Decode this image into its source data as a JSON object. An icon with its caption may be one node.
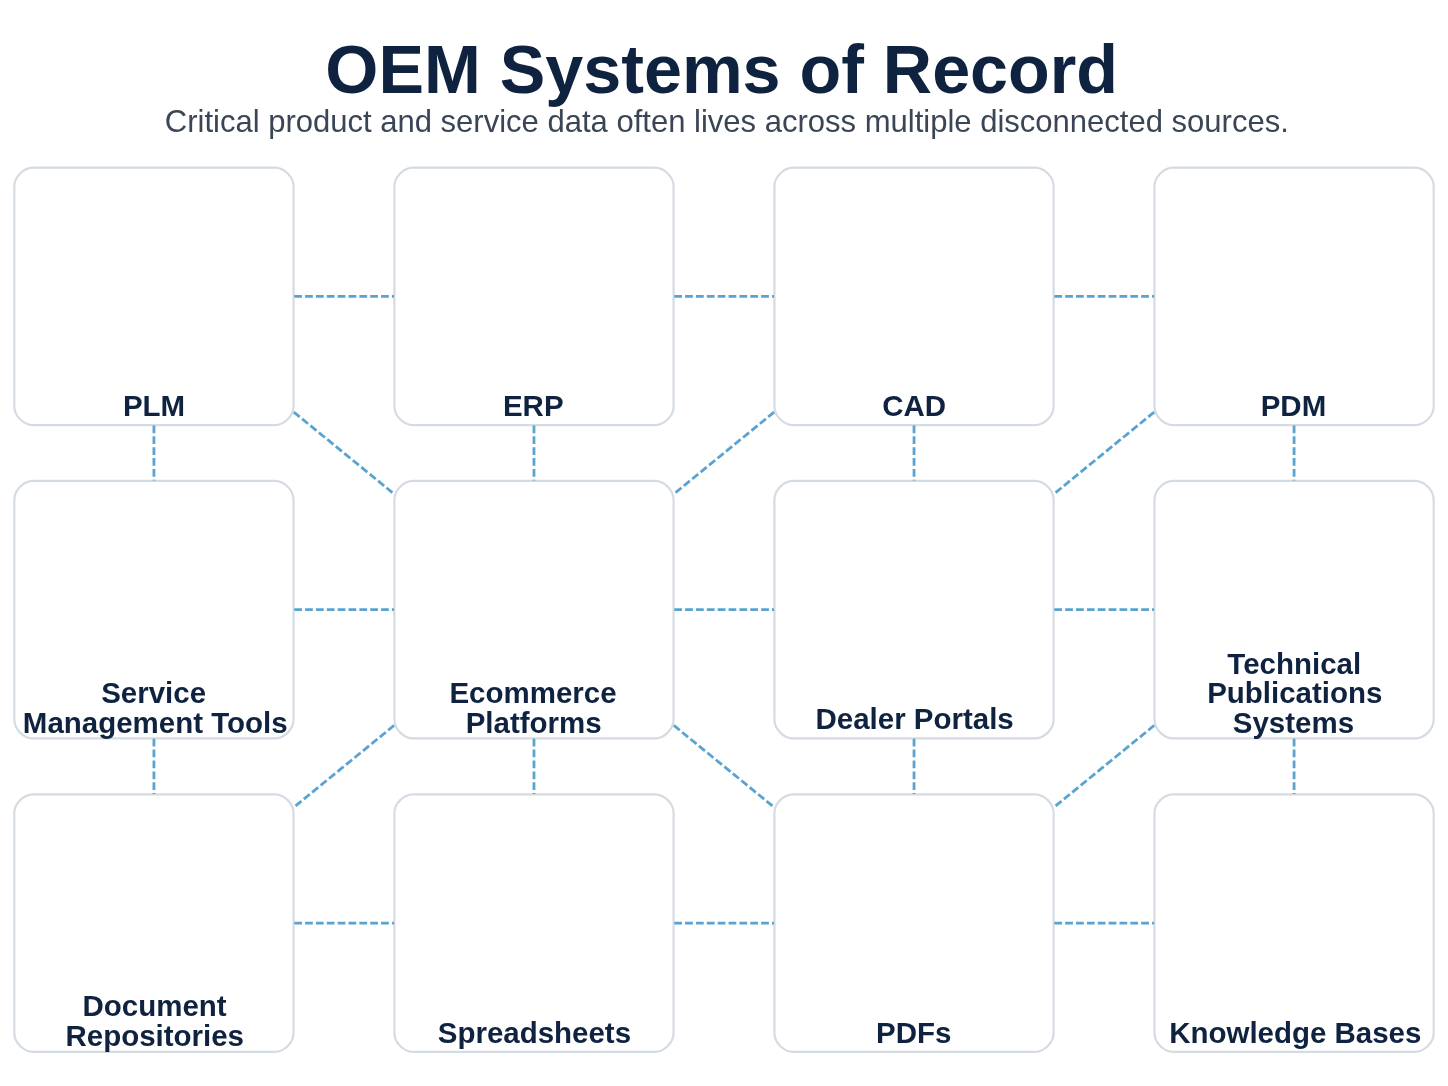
{
  "diagram": {
    "title": "OEM Systems of Record",
    "caption": "Critical product and service data often lives across multiple disconnected sources.",
    "nodes": [
      {
        "text": [
          "PLM"
        ]
      },
      {
        "text": [
          "ERP"
        ]
      },
      {
        "text": [
          "CAD"
        ]
      },
      {
        "text": [
          "PDM"
        ]
      },
      {
        "text": [
          "Service Management Tools"
        ]
      },
      {
        "text": [
          "Ecommerce Platforms"
        ]
      },
      {
        "text": [
          "Dealer Portals"
        ]
      },
      {
        "text": [
          "Technical Publications Systems"
        ]
      },
      {
        "text": [
          "Document Repositories"
        ]
      },
      {
        "text": [
          "Spreadsheets"
        ]
      },
      {
        "text": [
          "PDFs"
        ]
      },
      {
        "text": [
          "Knowledge Bases"
        ]
      }
    ],
    "edges": [
      {
        "from": 0,
        "to": 1,
        "arrow": "none",
        "style": "dashed"
      },
      {
        "from": 1,
        "to": 2,
        "arrow": "none",
        "style": "dashed"
      },
      {
        "from": 2,
        "to": 3,
        "arrow": "none",
        "style": "dashed"
      },
      {
        "from": 0,
        "to": 4,
        "arrow": "none",
        "style": "dashed"
      },
      {
        "from": 0,
        "to": 5,
        "arrow": "none",
        "style": "dashed"
      },
      {
        "from": 1,
        "to": 5,
        "arrow": "none",
        "style": "dashed"
      },
      {
        "from": 2,
        "to": 5,
        "arrow": "none",
        "style": "dashed"
      },
      {
        "from": 2,
        "to": 6,
        "arrow": "none",
        "style": "dashed"
      },
      {
        "from": 3,
        "to": 6,
        "arrow": "none",
        "style": "dashed"
      },
      {
        "from": 3,
        "to": 7,
        "arrow": "none",
        "style": "dashed"
      },
      {
        "from": 4,
        "to": 5,
        "arrow": "none",
        "style": "dashed"
      },
      {
        "from": 5,
        "to": 6,
        "arrow": "none",
        "style": "dashed"
      },
      {
        "from": 6,
        "to": 7,
        "arrow": "none",
        "style": "dashed"
      },
      {
        "from": 4,
        "to": 8,
        "arrow": "none",
        "style": "dashed"
      },
      {
        "from": 5,
        "to": 8,
        "arrow": "none",
        "style": "dashed"
      },
      {
        "from": 5,
        "to": 9,
        "arrow": "none",
        "style": "dashed"
      },
      {
        "from": 5,
        "to": 10,
        "arrow": "none",
        "style": "dashed"
      },
      {
        "from": 6,
        "to": 10,
        "arrow": "none",
        "style": "dashed"
      },
      {
        "from": 7,
        "to": 10,
        "arrow": "none",
        "style": "dashed"
      },
      {
        "from": 7,
        "to": 11,
        "arrow": "none",
        "style": "dashed"
      },
      {
        "from": 8,
        "to": 9,
        "arrow": "none",
        "style": "dashed"
      },
      {
        "from": 9,
        "to": 10,
        "arrow": "none",
        "style": "dashed"
      },
      {
        "from": 10,
        "to": 11,
        "arrow": "none",
        "style": "dashed"
      }
    ]
  }
}
